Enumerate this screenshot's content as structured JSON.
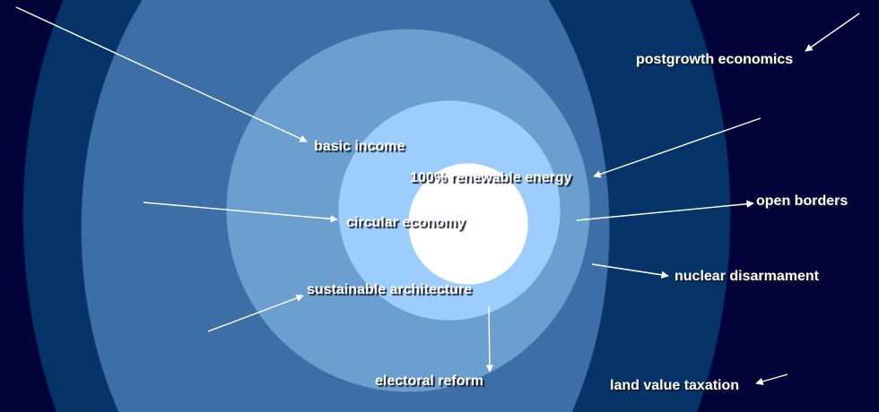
{
  "colors": {
    "background": "#020338",
    "ring_outer": "#063468",
    "ring_second": "#3d6ea5",
    "ring_third": "#6a9fd0",
    "ring_inner": "#9dcdfb",
    "core": "#ffffff"
  },
  "labels": {
    "postgrowth": "postgrowth economics",
    "basic_income": "basic income",
    "renewable": "100% renewable energy",
    "circular": "circular economy",
    "open_borders": "open borders",
    "nuclear": "nuclear disarmament",
    "sustainable": "sustainable architecture",
    "electoral": "electoral reform",
    "land_value": "land value taxation"
  }
}
